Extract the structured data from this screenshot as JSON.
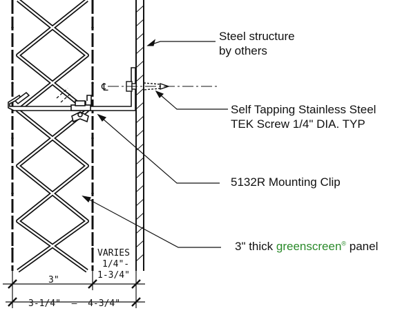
{
  "callouts": {
    "steel_structure": {
      "line1": "Steel structure",
      "line2": "by others"
    },
    "screw": {
      "line1": "Self Tapping Stainless Steel",
      "line2": "TEK Screw 1/4\" DIA. TYP"
    },
    "clip": {
      "label": "5132R Mounting Clip"
    },
    "panel": {
      "prefix": "3\" thick ",
      "brand": "greenscreen",
      "mark": "®",
      "suffix": " panel"
    }
  },
  "dimensions": {
    "panel_depth": "3\"",
    "varies_title": "VARIES",
    "varies_line1": "1/4\"-",
    "varies_line2": "1-3/4\"",
    "overall": "3-1/4\"  —  4-3/4\""
  },
  "centerline_symbol": "℄",
  "colors": {
    "ink": "#111111",
    "brand_green": "#2a8a2a"
  }
}
